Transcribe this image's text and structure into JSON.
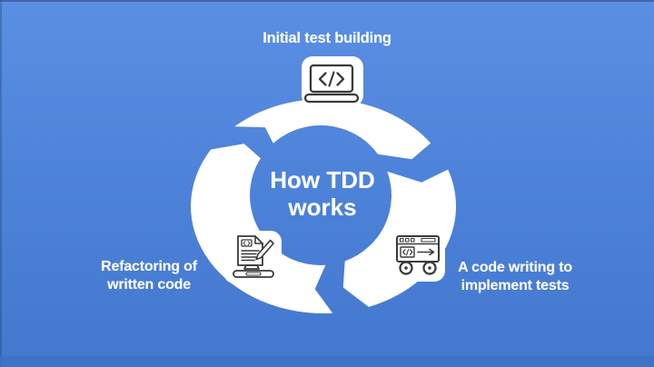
{
  "title": {
    "line1": "How TDD",
    "line2": "works"
  },
  "labels": {
    "top": "Initial test building",
    "right_line1": "A code writing to",
    "right_line2": "implement tests",
    "left_line1": "Refactoring of",
    "left_line2": "written code"
  },
  "icons": {
    "top": "laptop-code-icon",
    "right": "code-machine-icon",
    "left": "document-pencil-icon"
  },
  "colors": {
    "background_top": "#5a8fe3",
    "background_mid": "#4c81d8",
    "background_bottom": "#4478cf",
    "bottom_edge": "#3e72c5",
    "ring": "#ffffff",
    "text": "#ffffff",
    "icon_stroke": "#3a3a3a"
  }
}
